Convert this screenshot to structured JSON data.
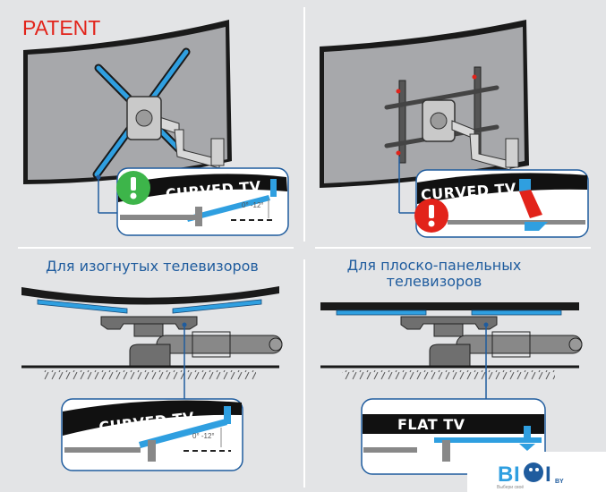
{
  "top_left": {
    "badge": "PATENT",
    "callout_label": "CURVED TV",
    "angle": "0° -12°",
    "status_icon": "exclamation-green"
  },
  "top_right": {
    "callout_label": "CURVED TV",
    "status_icon": "exclamation-red"
  },
  "bottom_left": {
    "title": "Для изогнутых телевизоров",
    "callout_label": "CURVED TV",
    "angle": "0° -12°"
  },
  "bottom_right": {
    "title_line1": "Для плоско-панельных",
    "title_line2": "телевизоров",
    "callout_label": "FLAT TV"
  },
  "logo": {
    "brand_b": "B",
    "brand_i": "I",
    "brand_g": "G",
    "brand_i2": "I",
    "suffix": "BY",
    "tagline": "Выбери своё"
  },
  "colors": {
    "accent_blue": "#2f9fe0",
    "title_blue": "#1f5c9e",
    "ok_green": "#3db54a",
    "warn_red": "#e2231a"
  }
}
